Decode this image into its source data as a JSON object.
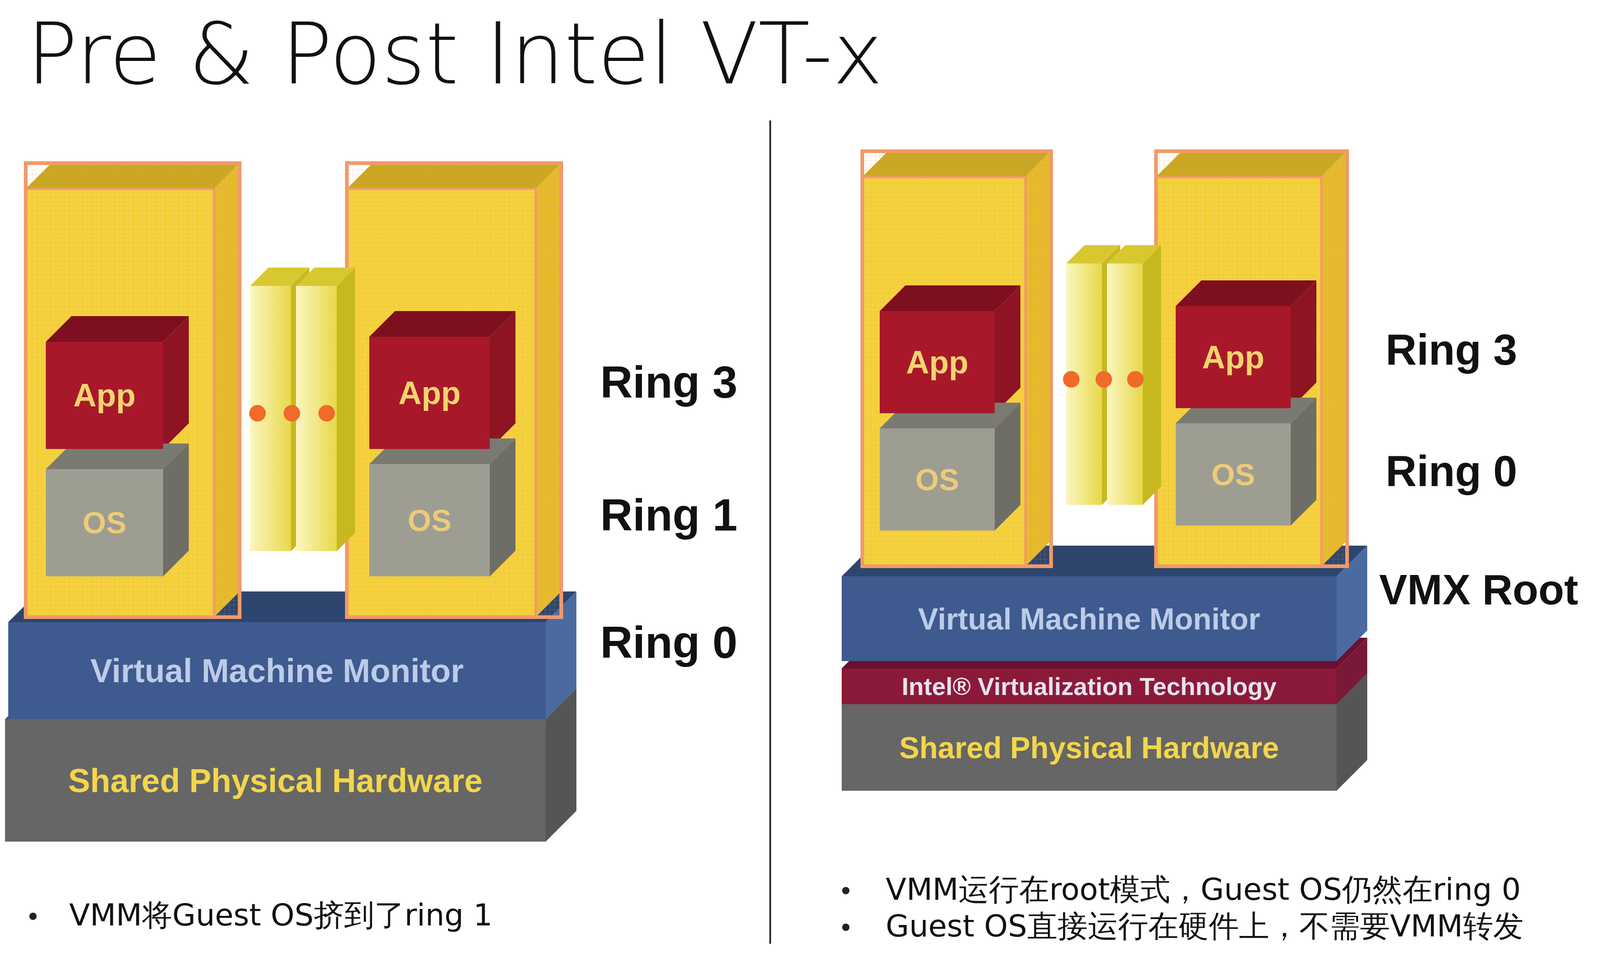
{
  "diagram": {
    "title": "Pre & Post Intel VT-x",
    "nodes": [
      {
        "text": [
          "App"
        ]
      },
      {
        "text": [
          "OS"
        ]
      },
      {
        "text": [
          "App"
        ]
      },
      {
        "text": [
          "OS"
        ]
      },
      {
        "text": [
          "Virtual Machine Monitor"
        ]
      },
      {
        "text": [
          "Shared Physical Hardware"
        ]
      },
      {
        "text": [
          "App"
        ]
      },
      {
        "text": [
          "OS"
        ]
      },
      {
        "text": [
          "App"
        ]
      },
      {
        "text": [
          "OS"
        ]
      },
      {
        "text": [
          "Virtual Machine Monitor"
        ]
      },
      {
        "text": [
          "Intel® Virtualization Technology"
        ]
      },
      {
        "text": [
          "Shared Physical Hardware"
        ]
      }
    ],
    "labels": [
      "Ring 3",
      "Ring 1",
      "Ring 0",
      "Ring 3",
      "Ring 0",
      "VMX Root",
      "VMM将Guest OS挤到了ring 1",
      "VMM运行在root模式，Guest OS仍然在ring 0",
      "Guest OS直接运行在硬件上，不需要VMM转发"
    ]
  }
}
